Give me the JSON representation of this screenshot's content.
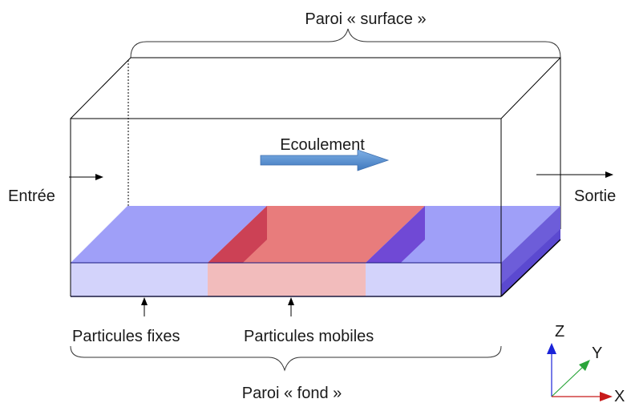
{
  "labels": {
    "top_wall": "Paroi « surface »",
    "bottom_wall": "Paroi « fond »",
    "flow": "Ecoulement",
    "inlet": "Entrée",
    "outlet": "Sortie",
    "fixed_particles": "Particules fixes",
    "mobile_particles": "Particules mobiles"
  },
  "axes": {
    "z": "Z",
    "y": "Y",
    "x": "X"
  },
  "colors": {
    "fixed_top": "#9f9ff8",
    "fixed_front": "#d3d3fb",
    "mobile_top": "#e87c7c",
    "mobile_front": "#f2bcbc",
    "mobile_side": "#c7374f",
    "side_blue": "#5b49d0",
    "flow_arrow": "#5a8fce",
    "axis_z": "#1a23d8",
    "axis_y": "#2aa53a",
    "axis_x": "#c81a1a"
  }
}
